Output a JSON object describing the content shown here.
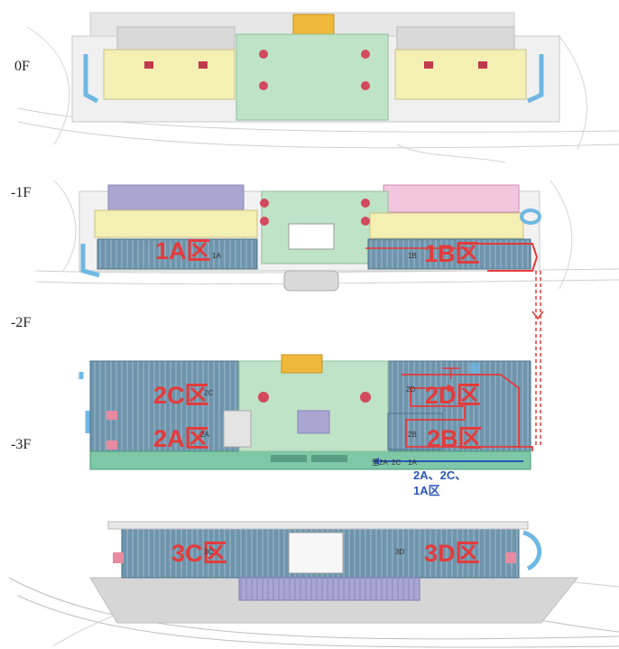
{
  "floors": {
    "f0": "0F",
    "fm1": "-1F",
    "fm2": "-2F",
    "fm3": "-3F"
  },
  "zones": {
    "z1a": "1A区",
    "z1b": "1B区",
    "z2c": "2C区",
    "z2a": "2A区",
    "z2d": "2D区",
    "z2b": "2B区",
    "z3c": "3C区",
    "z3d": "3D区"
  },
  "small": {
    "s1a": "1A",
    "s1b": "1B",
    "s2c": "2C",
    "s2a": "2A",
    "s2d": "2D",
    "s2b": "2B",
    "s3c": "3C",
    "s3d": "3D",
    "path_2a": "至2A",
    "path_2c": "2C",
    "path_1a": "1A"
  },
  "note": {
    "line1": "2A、2C、",
    "line2": "1A区"
  },
  "colors": {
    "parking": "#6f95ad",
    "green_hall": "#bfe3c7",
    "yellow_area": "#f4efb3",
    "pink_area": "#f2c6dd",
    "lavender_area": "#a9a6d2",
    "accent_red": "#e53a3a",
    "note_blue": "#2a56b8",
    "water_blue": "#6fb8e3"
  }
}
